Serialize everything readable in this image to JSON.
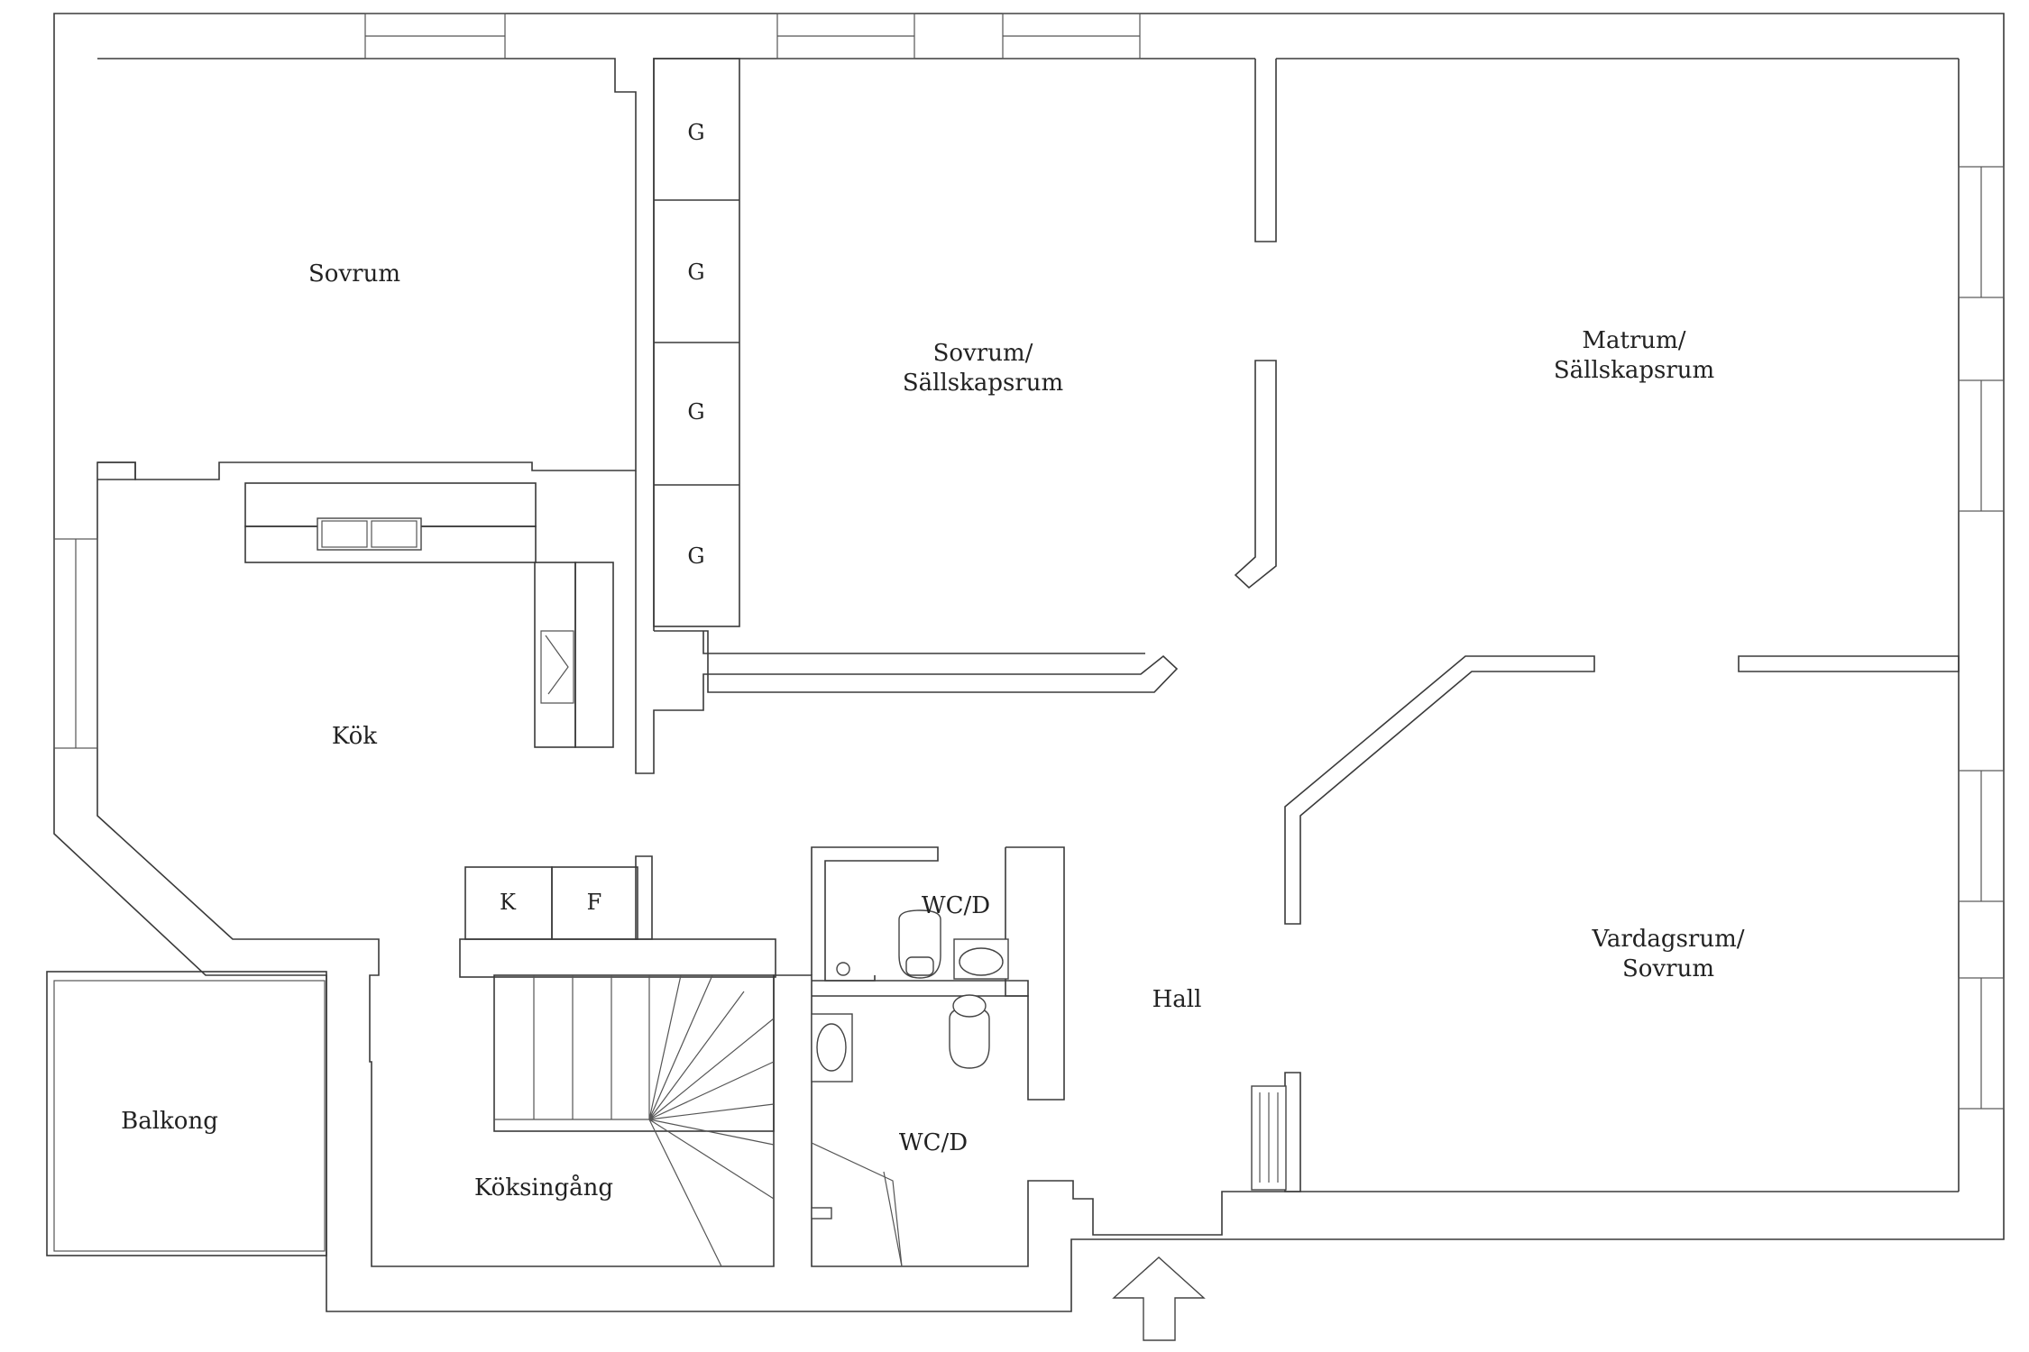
{
  "rooms": {
    "sovrum": "Sovrum",
    "sovrum_sallskap_1": "Sovrum/",
    "sovrum_sallskap_2": "Sällskapsrum",
    "matrum_1": "Matrum/",
    "matrum_2": "Sällskapsrum",
    "kok": "Kök",
    "vardagsrum_1": "Vardagsrum/",
    "vardagsrum_2": "Sovrum",
    "hall": "Hall",
    "balkong": "Balkong",
    "koksingang": "Köksingång",
    "wc_upper": "WC/D",
    "wc_lower": "WC/D"
  },
  "storage": {
    "wardrobe_marks": [
      "G",
      "G",
      "G",
      "G"
    ],
    "fridge_mark": "K",
    "freezer_mark": "F"
  },
  "entrance": {
    "icon": "up-arrow-icon"
  },
  "colors": {
    "walls": "#3a3a3a",
    "background": "#ffffff"
  }
}
